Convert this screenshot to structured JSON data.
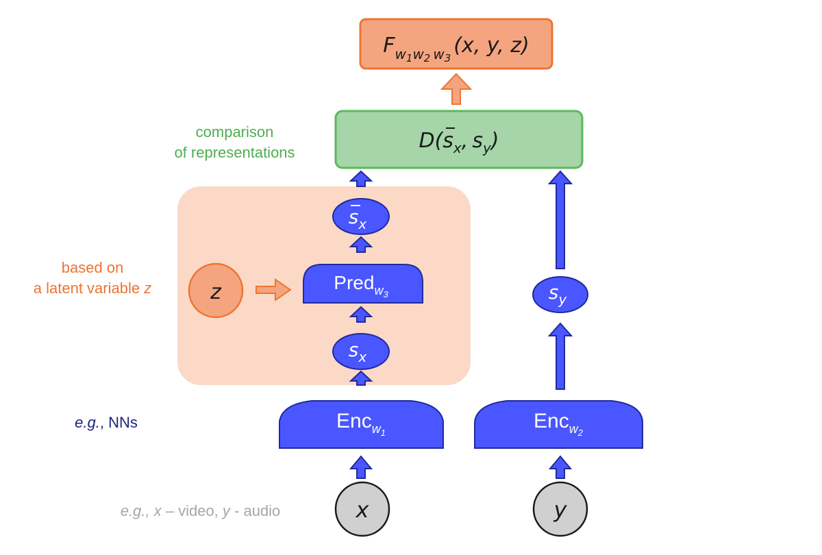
{
  "output": {
    "symbol": "F",
    "sub1": "w",
    "sub1n": "1",
    "sub2": "w",
    "sub2n": "2",
    "sub3": "w",
    "sub3n": "3",
    "args": "(x, y, z)"
  },
  "comparator": {
    "text": "D(",
    "sx": "s",
    "sx_sub": "x",
    "sep": ",",
    "sy": "s",
    "sy_sub": "y",
    "close": ")"
  },
  "representations": {
    "predicted_x": {
      "main": "s",
      "sub": "x"
    },
    "s_x": {
      "main": "s",
      "sub": "x"
    },
    "s_y": {
      "main": "s",
      "sub": "y"
    }
  },
  "predictor": {
    "main": "Pred",
    "sub": "w",
    "subn": "3"
  },
  "encoder_x": {
    "main": "Enc",
    "sub": "w",
    "subn": "1"
  },
  "encoder_y": {
    "main": "Enc",
    "sub": "w",
    "subn": "2"
  },
  "inputs": {
    "x": "x",
    "y": "y",
    "z": "z"
  },
  "annotations": {
    "comparison_line1": "comparison",
    "comparison_line2": "of representations",
    "latent_line1": "based on",
    "latent_line2": "a latent variable ",
    "latent_var": "z",
    "nn_eg": "e.g.",
    "nn_rest": ", NNs",
    "example_eg": "e.g., x",
    "example_dash": " – video, ",
    "example_y": "y",
    "example_rest": " - audio"
  },
  "colors": {
    "blue": "#4a56ff",
    "blue_stroke": "#1f2a9e",
    "orange": "#f4a57f",
    "orange_stroke": "#ee7430",
    "latent_bg": "#fbd9c6",
    "green": "#a5d5a8",
    "green_stroke": "#5cb85c",
    "gray": "#d0d0d0"
  }
}
